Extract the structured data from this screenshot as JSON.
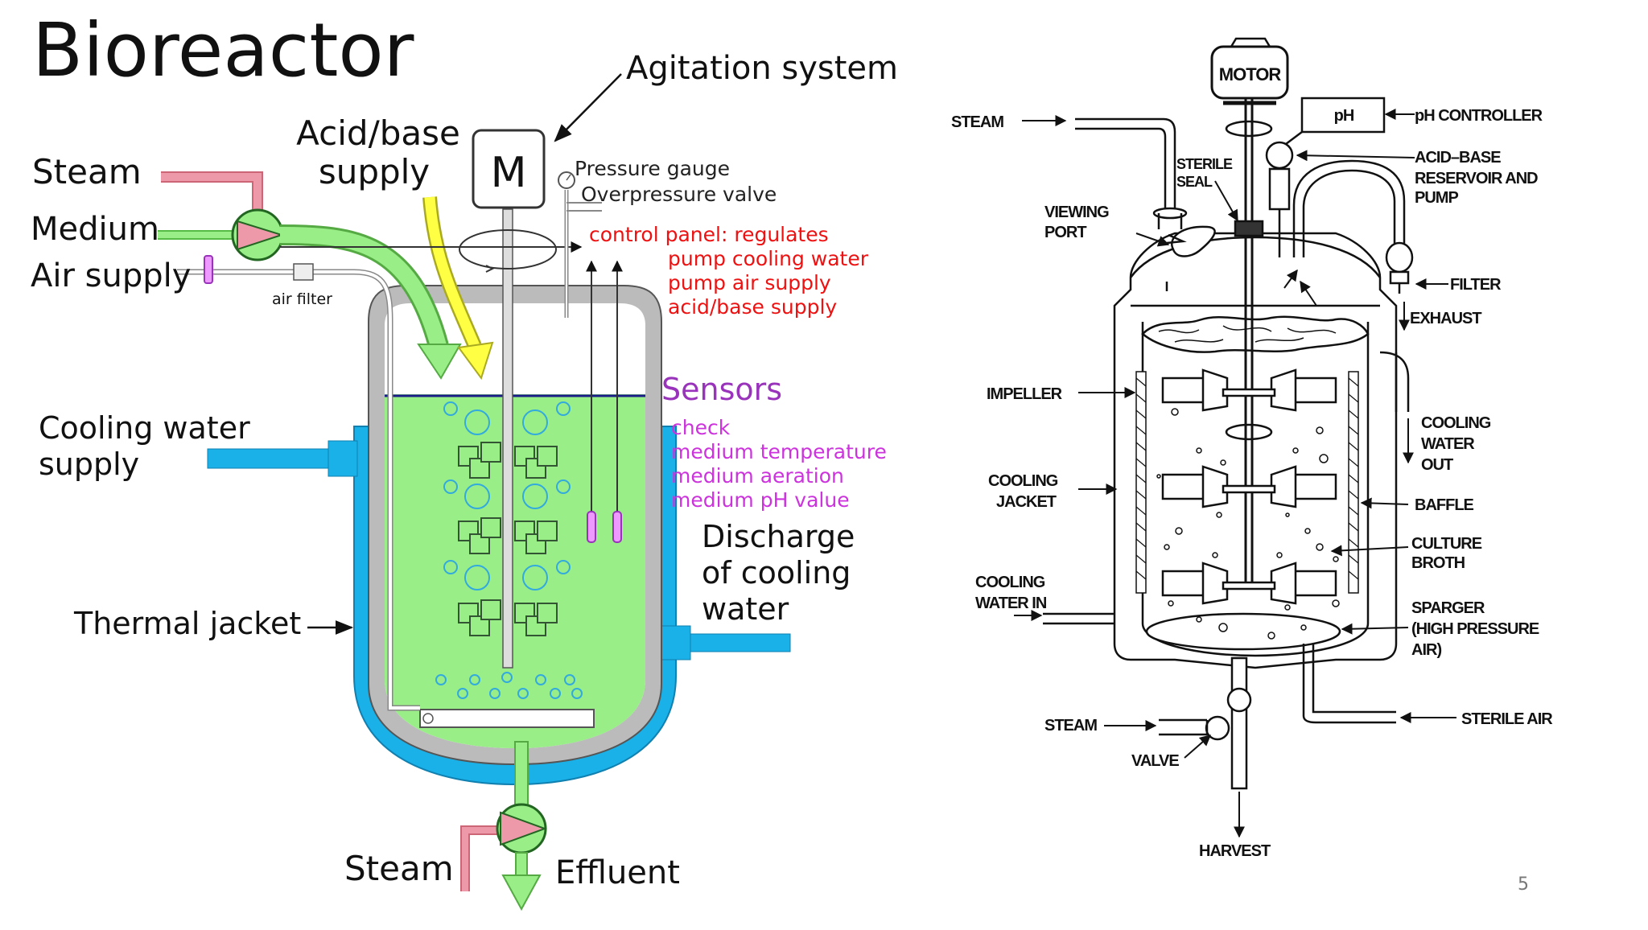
{
  "slide": {
    "title": "Bioreactor",
    "page_number": "5"
  },
  "left_diagram": {
    "motor": "M",
    "labels": {
      "agitation_system": "Agitation system",
      "acid_base_line1": "Acid/base",
      "acid_base_line2": "supply",
      "steam_top": "Steam",
      "medium": "Medium",
      "air_supply": "Air supply",
      "air_filter": "air filter",
      "pressure_gauge": "Pressure gauge",
      "overpressure_valve": "Overpressure valve",
      "cooling_water_line1": "Cooling water",
      "cooling_water_line2": "supply",
      "thermal_jacket": "Thermal jacket",
      "steam_bottom": "Steam",
      "effluent": "Effluent",
      "discharge_line1": "Discharge",
      "discharge_line2": "of cooling",
      "discharge_line3": "water"
    },
    "control_panel": {
      "heading": "control panel: regulates",
      "items": [
        "pump cooling water",
        "pump air supply",
        "acid/base supply"
      ]
    },
    "sensors": {
      "heading": "Sensors",
      "items": [
        "check",
        "medium temperature",
        "medium aeration",
        "medium pH value"
      ]
    },
    "colors": {
      "medium_green": "#99ee88",
      "cooling_blue": "#1ab0e8",
      "steam_pink": "#ee99aa",
      "acid_yellow": "#ffff44",
      "control_red": "#ee1111",
      "sensor_purple": "#9933bb",
      "sensor_magenta": "#cc33dd"
    }
  },
  "right_diagram": {
    "motor": "MOTOR",
    "ph_box": "pH",
    "labels": {
      "steam_top": "STEAM",
      "sterile_seal_1": "STERILE",
      "sterile_seal_2": "SEAL",
      "viewing_port_1": "VIEWING",
      "viewing_port_2": "PORT",
      "ph_controller": "pH CONTROLLER",
      "acid_base_1": "ACID–BASE",
      "acid_base_2": "RESERVOIR AND",
      "acid_base_3": "PUMP",
      "filter": "FILTER",
      "exhaust": "EXHAUST",
      "impeller": "IMPELLER",
      "cooling_water_out_1": "COOLING",
      "cooling_water_out_2": "WATER",
      "cooling_water_out_3": "OUT",
      "cooling_jacket_1": "COOLING",
      "cooling_jacket_2": "JACKET",
      "baffle": "BAFFLE",
      "culture_broth_1": "CULTURE",
      "culture_broth_2": "BROTH",
      "cooling_water_in_1": "COOLING",
      "cooling_water_in_2": "WATER IN",
      "sparger_1": "SPARGER",
      "sparger_2": "(HIGH PRESSURE",
      "sparger_3": "AIR)",
      "steam_bottom": "STEAM",
      "sterile_air": "STERILE AIR",
      "valve": "VALVE",
      "harvest": "HARVEST"
    }
  }
}
